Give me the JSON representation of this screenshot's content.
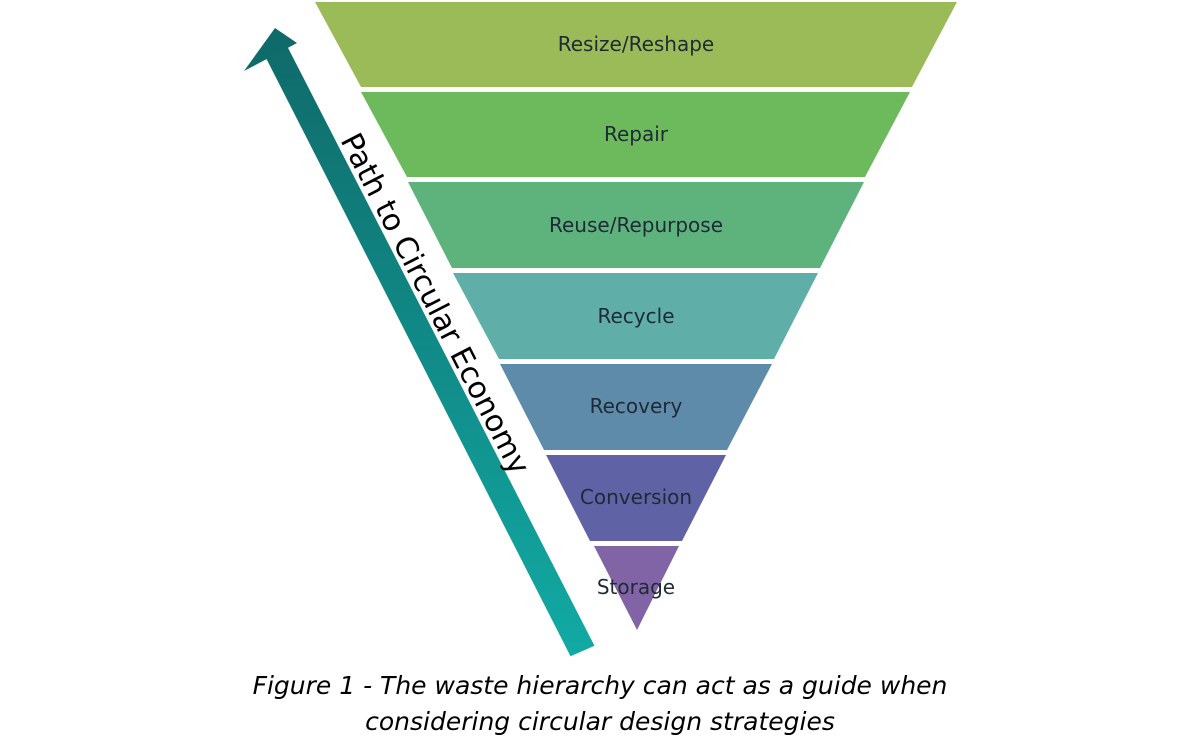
{
  "pyramid": {
    "tiers": [
      {
        "label": "Resize/Reshape",
        "color": "#9bbb59"
      },
      {
        "label": "Repair",
        "color": "#6dba5c"
      },
      {
        "label": "Reuse/Repurpose",
        "color": "#5eb37c"
      },
      {
        "label": "Recycle",
        "color": "#5fafa8"
      },
      {
        "label": "Recovery",
        "color": "#5f8baa"
      },
      {
        "label": "Conversion",
        "color": "#5f62a4"
      },
      {
        "label": "Storage",
        "color": "#8164a5"
      }
    ]
  },
  "arrow": {
    "label": "Path to Circular Economy",
    "color_tip": "#0f6b6a",
    "color_base": "#12aaa4"
  },
  "caption": {
    "line1": "Figure 1 - The waste hierarchy can act as a guide when",
    "line2": "considering circular design strategies"
  }
}
